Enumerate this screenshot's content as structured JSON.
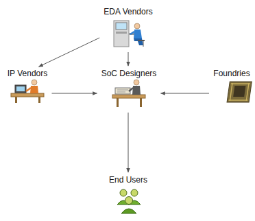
{
  "diagram": {
    "nodes": [
      {
        "text": [
          "EDA Vendors"
        ]
      },
      {
        "text": [
          "IP Vendors"
        ]
      },
      {
        "text": [
          "SoC Designers"
        ]
      },
      {
        "text": [
          "Foundries"
        ]
      },
      {
        "text": [
          "End Users"
        ]
      }
    ],
    "edges": [
      {
        "from": 0,
        "to": 1,
        "arrow": "to"
      },
      {
        "from": 0,
        "to": 2,
        "arrow": "to"
      },
      {
        "from": 1,
        "to": 2,
        "arrow": "to"
      },
      {
        "from": 3,
        "to": 2,
        "arrow": "to"
      },
      {
        "from": 2,
        "to": 4,
        "arrow": "to"
      }
    ]
  }
}
